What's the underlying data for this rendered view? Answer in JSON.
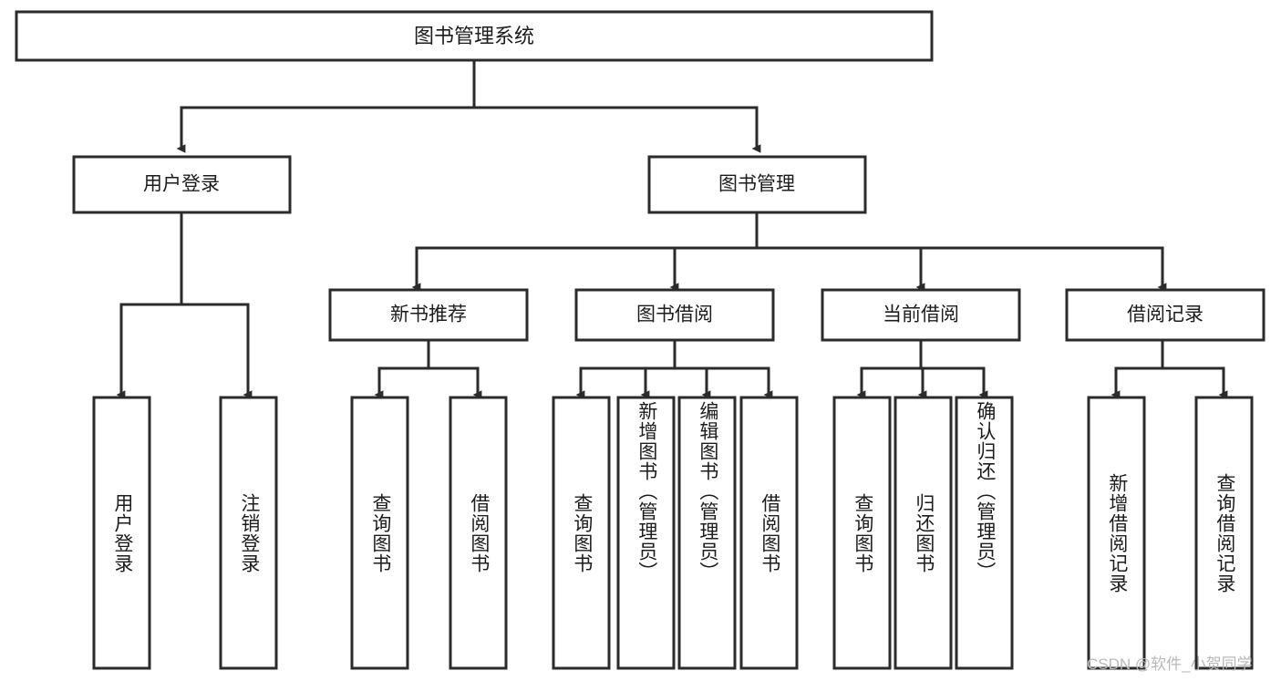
{
  "diagram": {
    "type": "tree",
    "title": "图书管理系统",
    "root": {
      "id": "root",
      "label": "图书管理系统"
    },
    "level2": [
      {
        "id": "user-login",
        "label": "用户登录"
      },
      {
        "id": "book-manage",
        "label": "图书管理"
      }
    ],
    "level3": [
      {
        "id": "new-book-recommend",
        "label": "新书推荐",
        "parent": "book-manage"
      },
      {
        "id": "book-borrow",
        "label": "图书借阅",
        "parent": "book-manage"
      },
      {
        "id": "current-borrow",
        "label": "当前借阅",
        "parent": "book-manage"
      },
      {
        "id": "borrow-record",
        "label": "借阅记录",
        "parent": "book-manage"
      }
    ],
    "leaves": {
      "user-login": [
        {
          "id": "leaf-user-login",
          "label": "用户登录"
        },
        {
          "id": "leaf-user-logout",
          "label": "注销登录"
        }
      ],
      "new-book-recommend": [
        {
          "id": "leaf-query-book-1",
          "label": "查询图书"
        },
        {
          "id": "leaf-borrow-book-1",
          "label": "借阅图书"
        }
      ],
      "book-borrow": [
        {
          "id": "leaf-query-book-2",
          "label": "查询图书"
        },
        {
          "id": "leaf-add-book",
          "label": "新增图书（管理员）"
        },
        {
          "id": "leaf-edit-book",
          "label": "编辑图书（管理员）"
        },
        {
          "id": "leaf-borrow-book-2",
          "label": "借阅图书"
        }
      ],
      "current-borrow": [
        {
          "id": "leaf-query-book-3",
          "label": "查询图书"
        },
        {
          "id": "leaf-return-book",
          "label": "归还图书"
        },
        {
          "id": "leaf-confirm-return",
          "label": "确认归还（管理员）"
        }
      ],
      "borrow-record": [
        {
          "id": "leaf-add-record",
          "label": "新增借阅记录"
        },
        {
          "id": "leaf-query-record",
          "label": "查询借阅记录"
        }
      ]
    },
    "colors": {
      "stroke": "#2b2b2b",
      "fill": "#ffffff",
      "text": "#1c1c1c",
      "watermark": "#b9b9b9",
      "background": "#ffffff"
    }
  },
  "watermark": {
    "text": "CSDN @软件_小贺同学"
  }
}
